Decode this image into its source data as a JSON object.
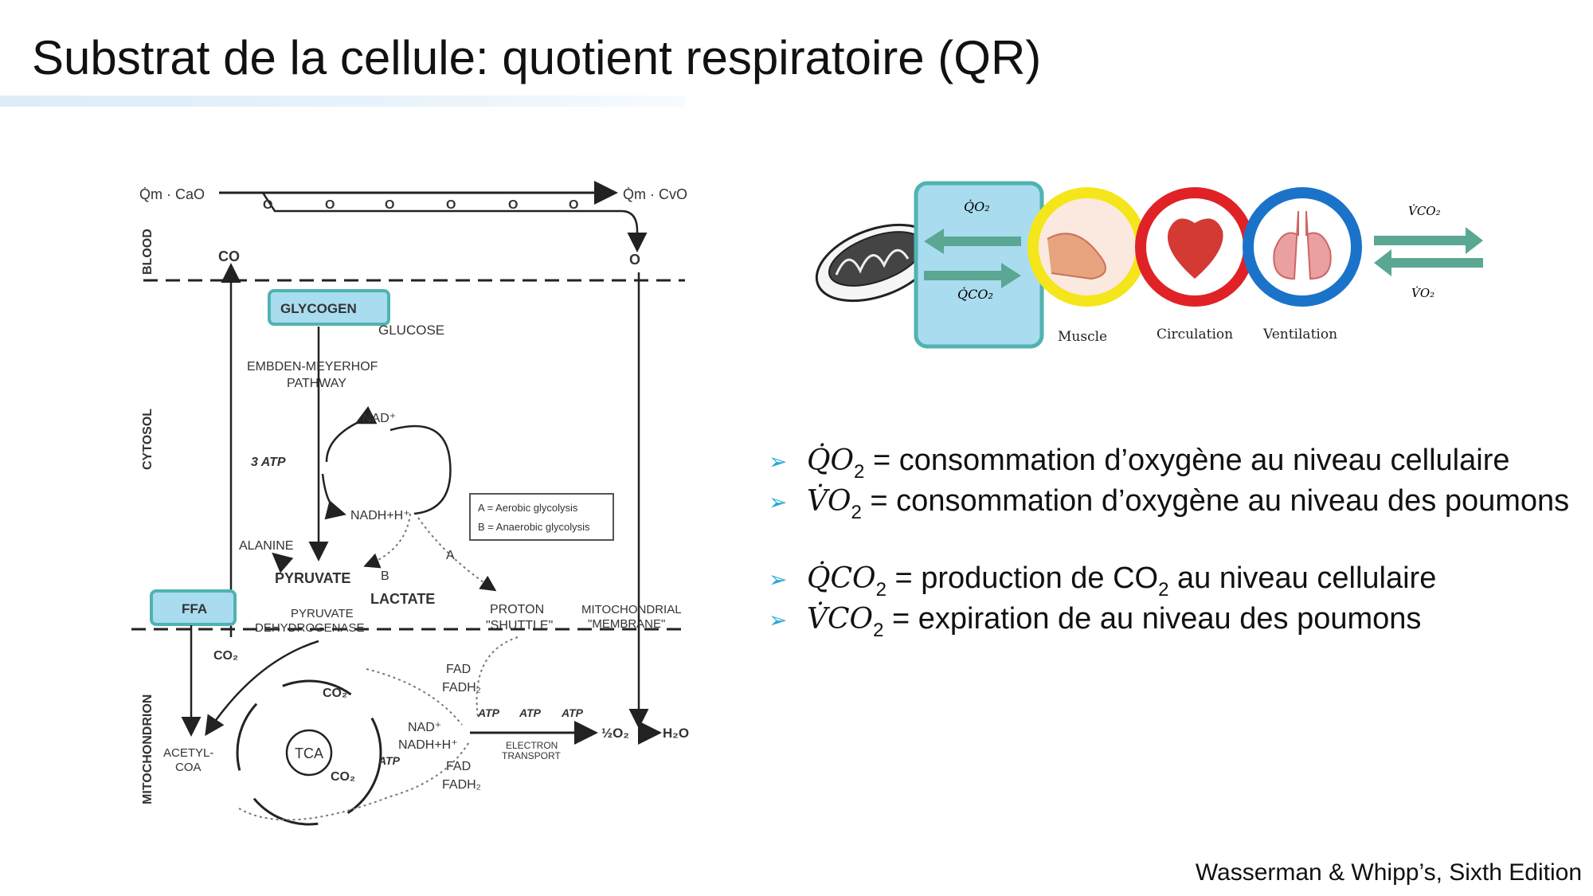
{
  "slide": {
    "title": "Substrat de la cellule: quotient respiratoire (QR)",
    "credit": "Wasserman & Whipp’s, Sixth Edition"
  },
  "diagram": {
    "qm_cao2": "Q̇m · CaO",
    "qm_cvo2": "Q̇m · CvO",
    "o2_labels": [
      "O",
      "O",
      "O",
      "O",
      "O",
      "O"
    ],
    "co2_top": "CO",
    "o2_right": "O",
    "regions": {
      "blood": "BLOOD",
      "cytosol": "CYTOSOL",
      "mitochondrion": "MITOCHONDRION"
    },
    "glycogen": "GLYCOGEN",
    "glucose": "GLUCOSE",
    "embden_line1": "EMBDEN-MEYERHOF",
    "embden_line2": "PATHWAY",
    "nad_top": "NAD⁺",
    "atp_3": "3 ATP",
    "nadh_top": "NADH+H⁺",
    "legend_a": "A = Aerobic glycolysis",
    "legend_b": "B = Anaerobic glycolysis",
    "label_a": "A",
    "label_b": "B",
    "alanine": "ALANINE",
    "pyruvate": "PYRUVATE",
    "lactate": "LACTATE",
    "proton_line1": "PROTON",
    "proton_line2": "\"SHUTTLE\"",
    "mito_line1": "MITOCHONDRIAL",
    "mito_line2": "\"MEMBRANE\"",
    "ffa": "FFA",
    "pdh_line1": "PYRUVATE",
    "pdh_line2": "DEHYDROGENASE",
    "co2_pdh": "CO₂",
    "co2_tca1": "CO₂",
    "co2_tca2": "CO₂",
    "tca": "TCA",
    "acetyl_line1": "ACETYL-",
    "acetyl_line2": "COA",
    "fad1": "FAD",
    "fadh1": "FADH₂",
    "fad2": "FAD",
    "fadh2": "FADH₂",
    "atp_small": [
      "ATP",
      "ATP",
      "ATP",
      "ATP"
    ],
    "nad_mito": "NAD⁺",
    "nadh_mito": "NADH+H⁺",
    "electron_line1": "ELECTRON",
    "electron_line2": "TRANSPORT",
    "half_o2": "½O₂",
    "h2o": "H₂O"
  },
  "loop": {
    "qo2": "Q̇O₂",
    "qco2": "Q̇CO₂",
    "vco2": "V̇CO₂",
    "vo2": "V̇O₂",
    "muscle": "Muscle",
    "circulation": "Circulation",
    "ventilation": "Ventilation",
    "colors": {
      "highlight": "#a9dcef",
      "border": "#4fb3b0",
      "muscle_ring": "#f4e61b",
      "circulation_ring": "#e02227",
      "ventilation_ring": "#1a73c9",
      "arrow": "#5aa793"
    }
  },
  "bullets": [
    {
      "sym": "Q̇O",
      "sub": "2",
      "text": " = consommation d’oxygène au niveau cellulaire"
    },
    {
      "sym": "V̇O",
      "sub": "2",
      "text": " = consommation d’oxygène au niveau des poumons"
    },
    {
      "sym": "Q̇CO",
      "sub": "2",
      "text_pre": " = production de CO",
      "text_sub": "2",
      "text": " au niveau cellulaire"
    },
    {
      "sym": "V̇CO",
      "sub": "2",
      "text": " = expiration de  au niveau des poumons"
    }
  ],
  "bullet_icon": "arrow-right-icon",
  "accent_color": "#2aa7d6"
}
